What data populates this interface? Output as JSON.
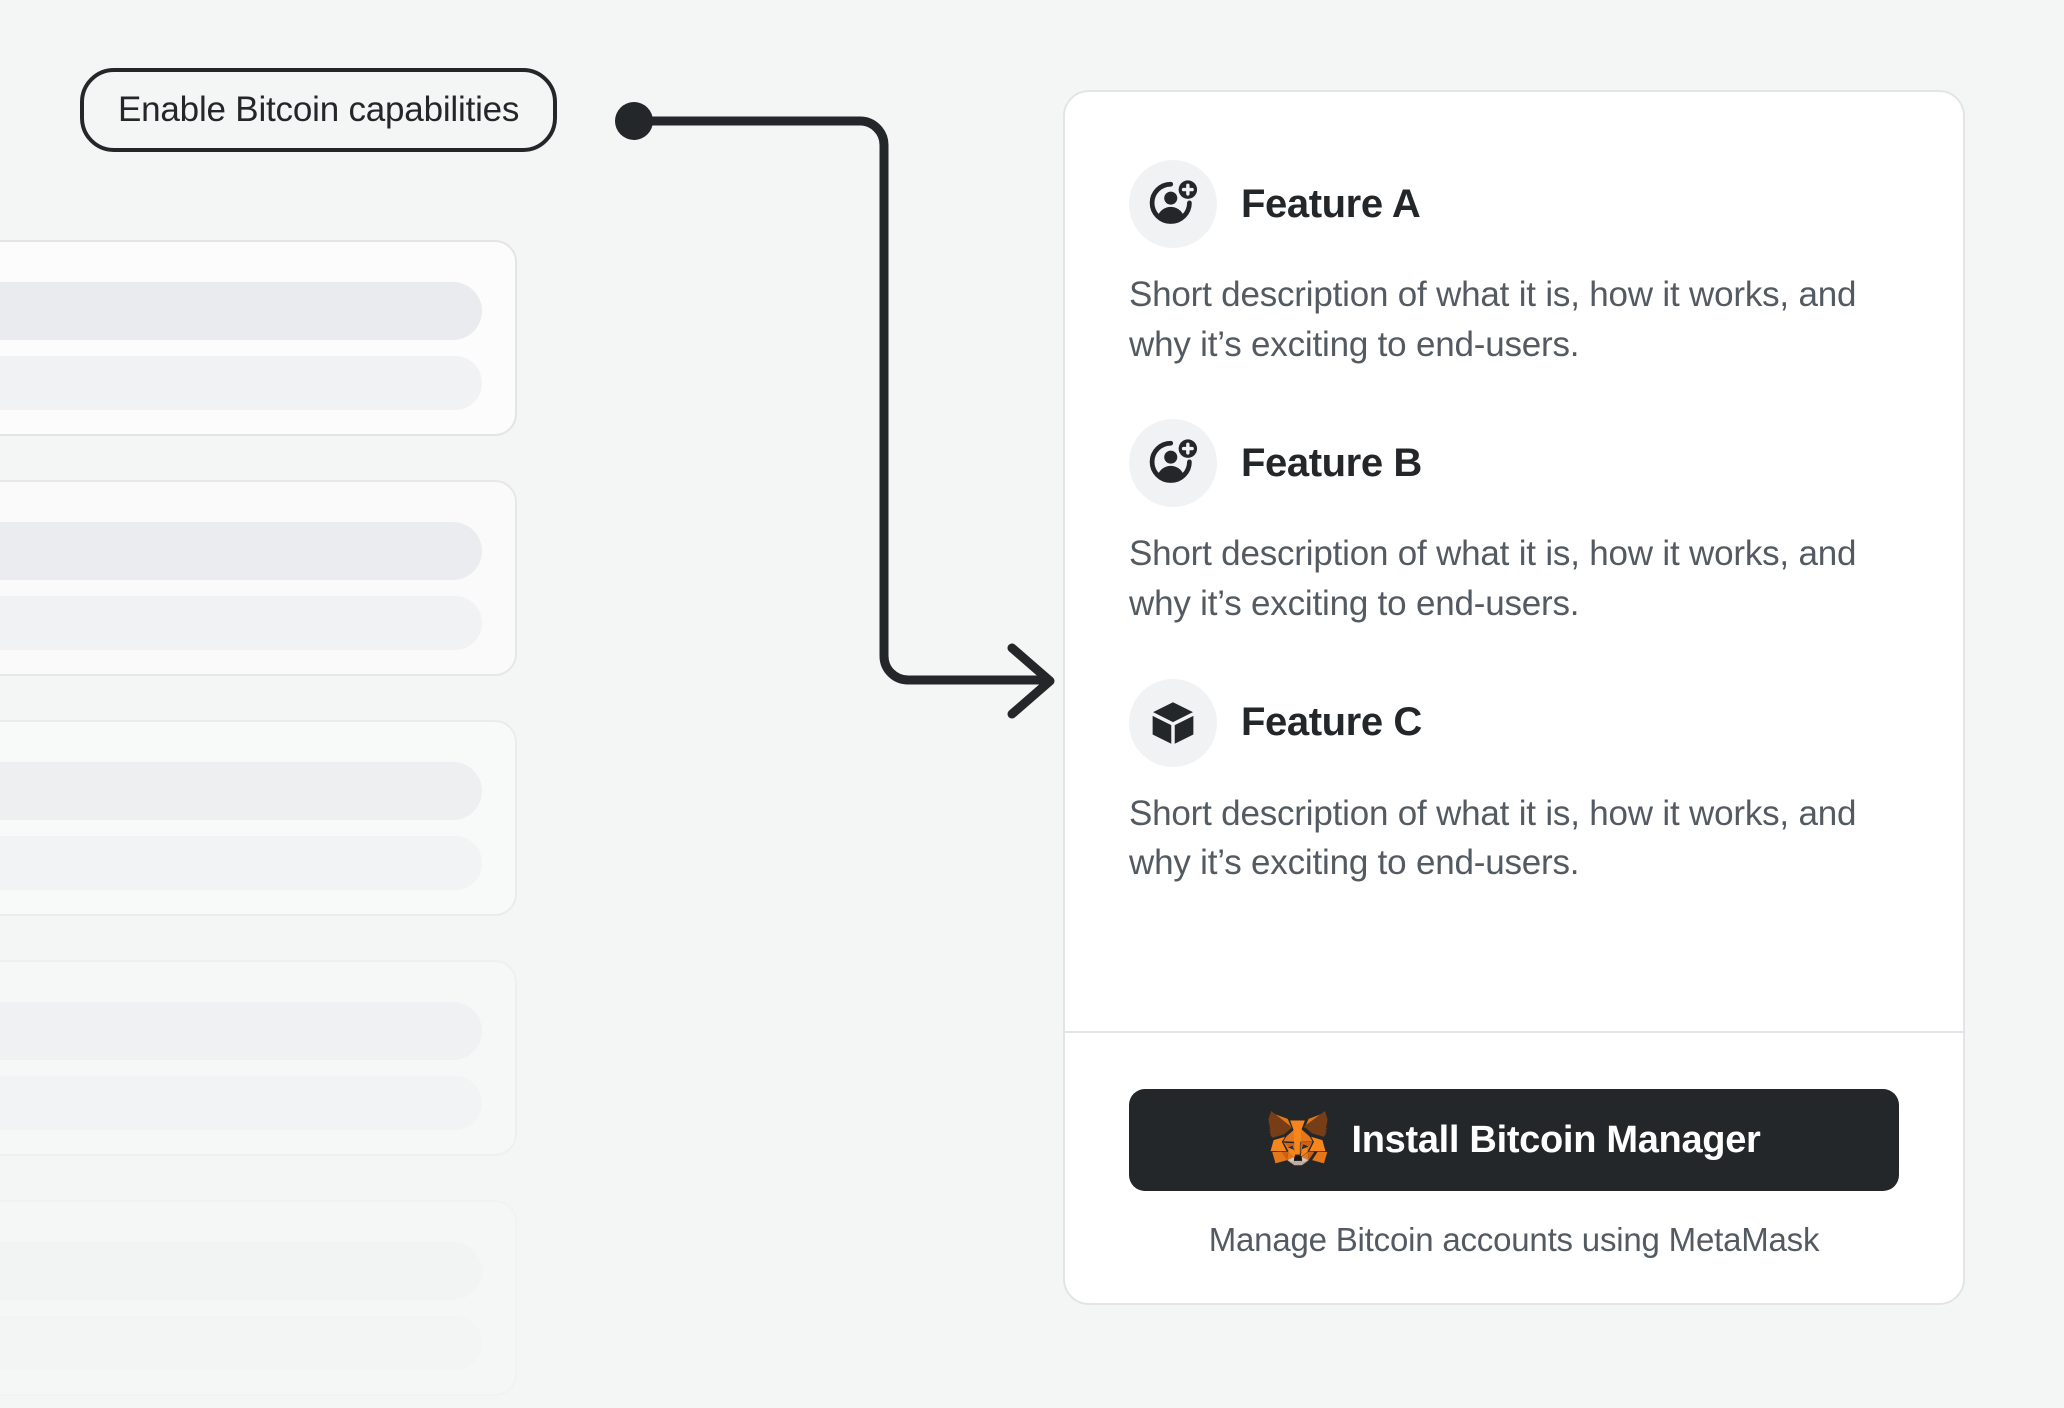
{
  "colors": {
    "background": "#F4F5F5",
    "card_surface": "#FFFFFF",
    "border": "#E2E4E8",
    "text_primary": "#24272A",
    "text_secondary": "#535A61",
    "icon_badge": "#F0F2F4",
    "button_background": "#24272A",
    "button_text": "#FFFFFF",
    "connector": "#24272A",
    "fox_orange": "#E2761B",
    "fox_light_orange": "#F5841F",
    "fox_dark_brown": "#763D16",
    "fox_cream": "#E4D7CD"
  },
  "annotation": {
    "label": "Enable Bitcoin capabilities",
    "connector_icon": "arrow-connector-icon",
    "endpoint_dot_icon": "connector-dot-icon"
  },
  "skeleton": {
    "card_count": 5,
    "placeholder_icon": "loading-placeholder-icon"
  },
  "card": {
    "features": [
      {
        "icon": "add-account-icon",
        "title": "Feature A",
        "description": "Short description of what it is, how it works, and why it’s exciting to end-users."
      },
      {
        "icon": "add-account-icon",
        "title": "Feature B",
        "description": "Short description of what it is, how it works, and why it’s exciting to end-users."
      },
      {
        "icon": "cube-icon",
        "title": "Feature C",
        "description": "Short description of what it is, how it works, and why it’s exciting to end-users."
      }
    ],
    "footer": {
      "button_icon": "metamask-fox-icon",
      "button_label": "Install Bitcoin Manager",
      "caption": "Manage Bitcoin accounts using MetaMask"
    }
  }
}
